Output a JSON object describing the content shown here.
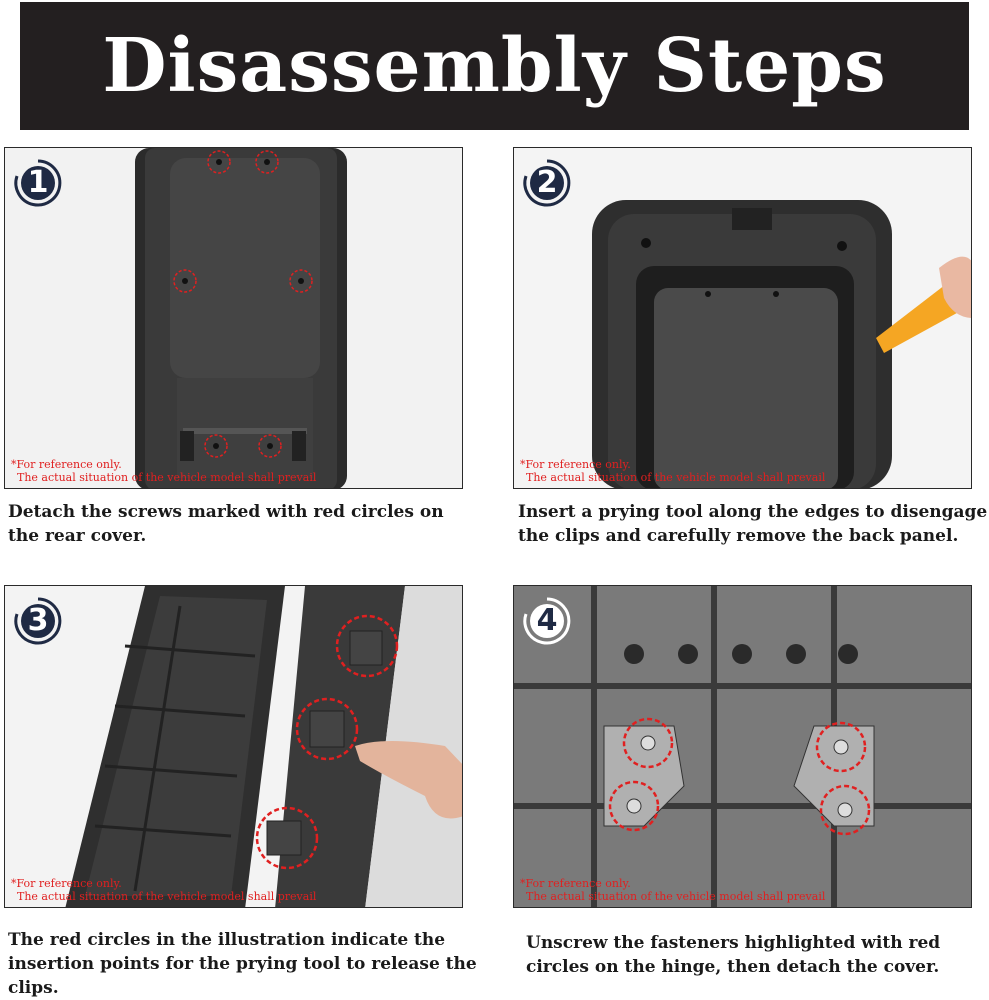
{
  "header": {
    "title": "Disassembly Steps"
  },
  "disclaimer": {
    "line1": "*For reference only.",
    "line2": "The actual situation of the vehicle model shall prevail"
  },
  "steps": [
    {
      "number": "1",
      "caption": "Detach the screws marked with red circles on the rear cover."
    },
    {
      "number": "2",
      "caption": "Insert a prying tool along the edges to disengage the clips and carefully remove the back panel."
    },
    {
      "number": "3",
      "caption": "The red circles in the illustration indicate the insertion points for the prying tool to release the clips."
    },
    {
      "number": "4",
      "caption": "Unscrew the fasteners highlighted with red circles on the hinge, then detach the cover."
    }
  ],
  "colors": {
    "banner": "#231f20",
    "highlight": "#e02020",
    "badge": "#1f2a44",
    "tool": "#f5a623"
  }
}
